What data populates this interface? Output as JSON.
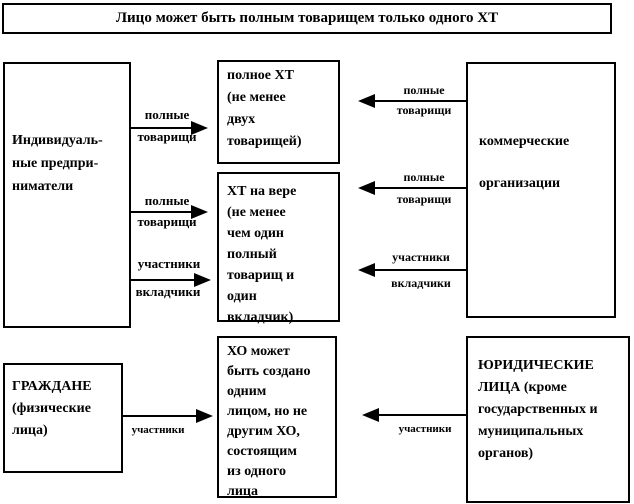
{
  "title": "Лицо может быть полным товарищем только одного ХТ",
  "colors": {
    "ink": "#000000",
    "paper": "#ffffff"
  },
  "boxes": {
    "individual_entrepreneurs": {
      "lines": [
        "Индивидуаль-",
        "ные предпри-",
        "ниматели"
      ]
    },
    "full_partnership": {
      "lines": [
        "полное ХТ",
        "(не менее",
        "двух",
        "товарищей)"
      ]
    },
    "limited_partnership": {
      "lines": [
        "ХТ на вере",
        "(не менее",
        "чем один",
        "полный",
        "товарищ и",
        "один",
        "вкладчик)"
      ]
    },
    "commercial_organizations": {
      "lines": [
        "коммерческие",
        "организации"
      ]
    },
    "citizens": {
      "lines": [
        "ГРАЖДАНЕ",
        "(физические",
        "лица)"
      ]
    },
    "business_company_rule": {
      "lines": [
        "ХО может",
        "быть создано",
        "одним",
        "лицом, но не",
        "другим ХО,",
        "состоящим",
        "из одного",
        "лица"
      ]
    },
    "legal_entities": {
      "lines": [
        "ЮРИДИЧЕСКИЕ",
        "ЛИЦА (кроме",
        "государственных и",
        "муниципальных",
        "органов)"
      ]
    }
  },
  "arrows": {
    "left_top": {
      "above": "полные",
      "below": "товарищи",
      "direction": "right"
    },
    "left_middle": {
      "above": "полные",
      "below": "товарищи",
      "direction": "right"
    },
    "left_bottom": {
      "above": "участники",
      "below": "вкладчики",
      "direction": "right"
    },
    "right_top": {
      "above": "полные",
      "below": "товарищи",
      "direction": "left"
    },
    "right_middle": {
      "above": "полные",
      "below": "товарищи",
      "direction": "left"
    },
    "right_bottom": {
      "above": "участники",
      "below": "вкладчики",
      "direction": "left"
    },
    "citizens_to_company": {
      "below": "участники",
      "direction": "right"
    },
    "legal_to_company": {
      "below": "участники",
      "direction": "left"
    }
  }
}
